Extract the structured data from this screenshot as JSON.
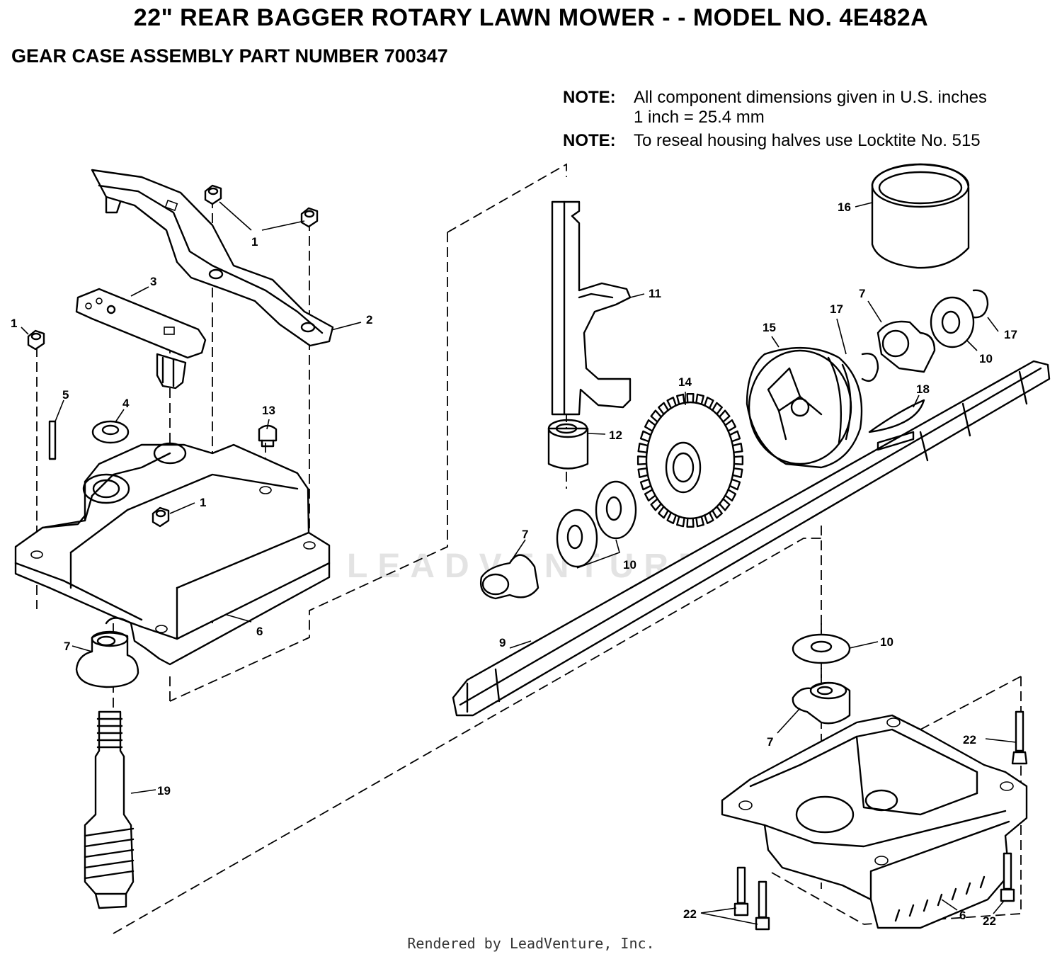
{
  "header": {
    "title": "22\" REAR BAGGER  ROTARY LAWN MOWER - - MODEL NO. 4E482A",
    "subtitle": "GEAR CASE ASSEMBLY PART NUMBER 700347"
  },
  "notes": [
    {
      "label": "NOTE:",
      "lines": [
        "All component dimensions given in U.S. inches",
        "1 inch = 25.4 mm"
      ]
    },
    {
      "label": "NOTE:",
      "lines": [
        "To reseal housing halves use Locktite No. 515"
      ]
    }
  ],
  "watermark": "LEADVENTURE",
  "footer": "Rendered by LeadVenture, Inc.",
  "callouts": {
    "c1a": "1",
    "c1b": "1",
    "c1c": "1",
    "c2": "2",
    "c3": "3",
    "c4": "4",
    "c5": "5",
    "c6a": "6",
    "c6b": "6",
    "c7a": "7",
    "c7b": "7",
    "c7c": "7",
    "c7d": "7",
    "c9": "9",
    "c10a": "10",
    "c10b": "10",
    "c10c": "10",
    "c11": "11",
    "c12": "12",
    "c13": "13",
    "c14": "14",
    "c15": "15",
    "c16": "16",
    "c17a": "17",
    "c17b": "17",
    "c18": "18",
    "c19": "19",
    "c22a": "22",
    "c22b": "22",
    "c22c": "22"
  }
}
